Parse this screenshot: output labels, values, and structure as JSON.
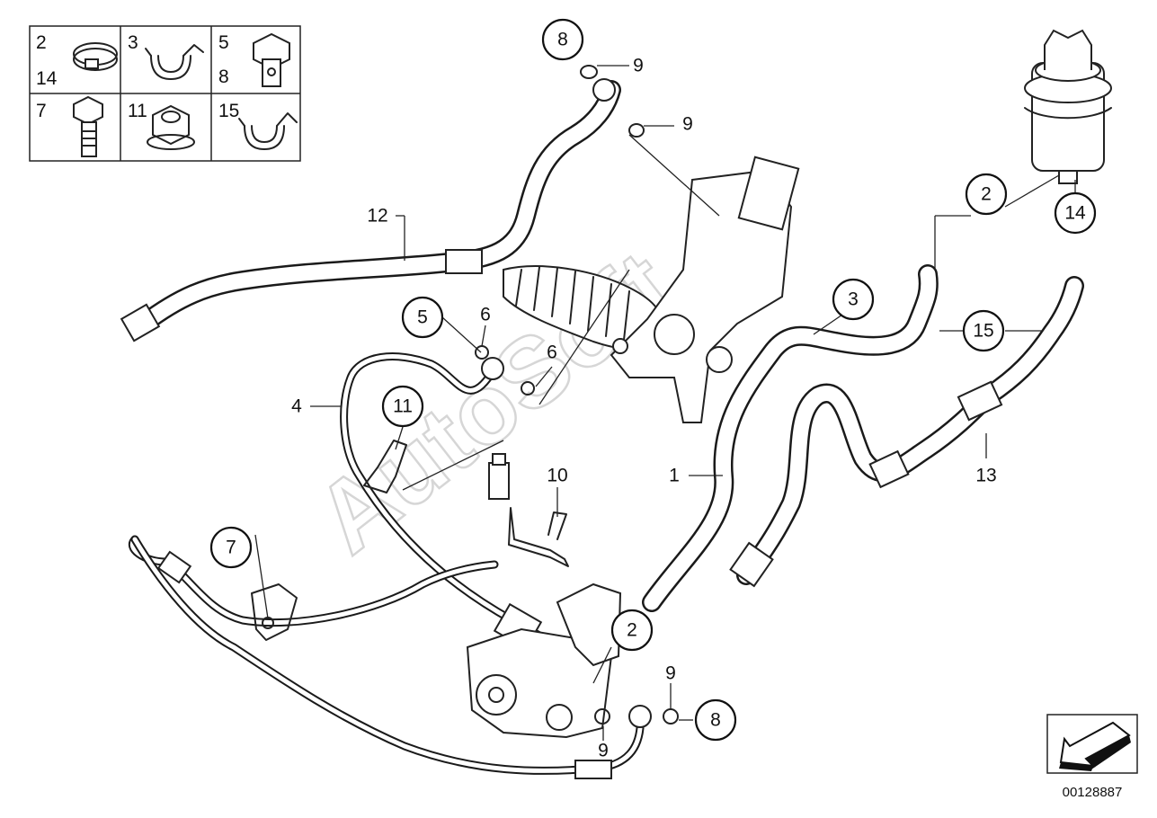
{
  "diagram": {
    "legend": [
      {
        "id": "legend-cell-2-14",
        "labels": [
          "2",
          "14"
        ],
        "icon": "hose-clamp-icon"
      },
      {
        "id": "legend-cell-3",
        "labels": [
          "3"
        ],
        "icon": "bracket-clip-icon"
      },
      {
        "id": "legend-cell-5-8",
        "labels": [
          "5",
          "8"
        ],
        "icon": "banjo-bolt-icon"
      },
      {
        "id": "legend-cell-7",
        "labels": [
          "7"
        ],
        "icon": "hex-bolt-icon"
      },
      {
        "id": "legend-cell-11",
        "labels": [
          "11"
        ],
        "icon": "hex-nut-icon"
      },
      {
        "id": "legend-cell-15",
        "labels": [
          "15"
        ],
        "icon": "bracket-clip-icon"
      }
    ],
    "callouts_circled": [
      "8",
      "2",
      "14",
      "3",
      "15",
      "5",
      "11",
      "7",
      "2",
      "8"
    ],
    "callouts_plain": [
      "9",
      "9",
      "12",
      "6",
      "6",
      "4",
      "10",
      "1",
      "13",
      "9",
      "9"
    ],
    "watermark": "AutoSoft",
    "part_number": "00128887",
    "nav_icon": "arrow-back-icon"
  }
}
